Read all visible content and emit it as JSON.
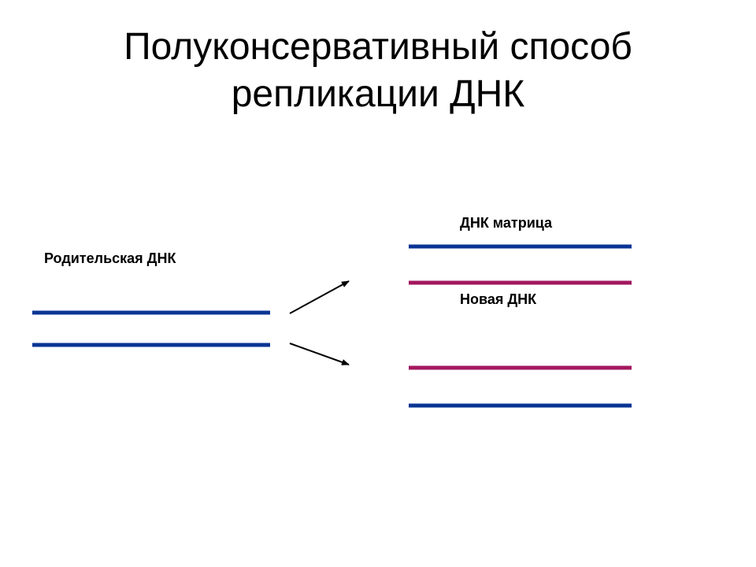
{
  "title": {
    "line1": "Полуконсервативный способ",
    "line2": "репликации ДНК"
  },
  "labels": {
    "parent": "Родительская ДНК",
    "template": "ДНК матрица",
    "new": "Новая ДНК"
  },
  "colors": {
    "parent_strand": "#0a3594",
    "new_strand": "#a3175f",
    "arrow": "#000000"
  }
}
